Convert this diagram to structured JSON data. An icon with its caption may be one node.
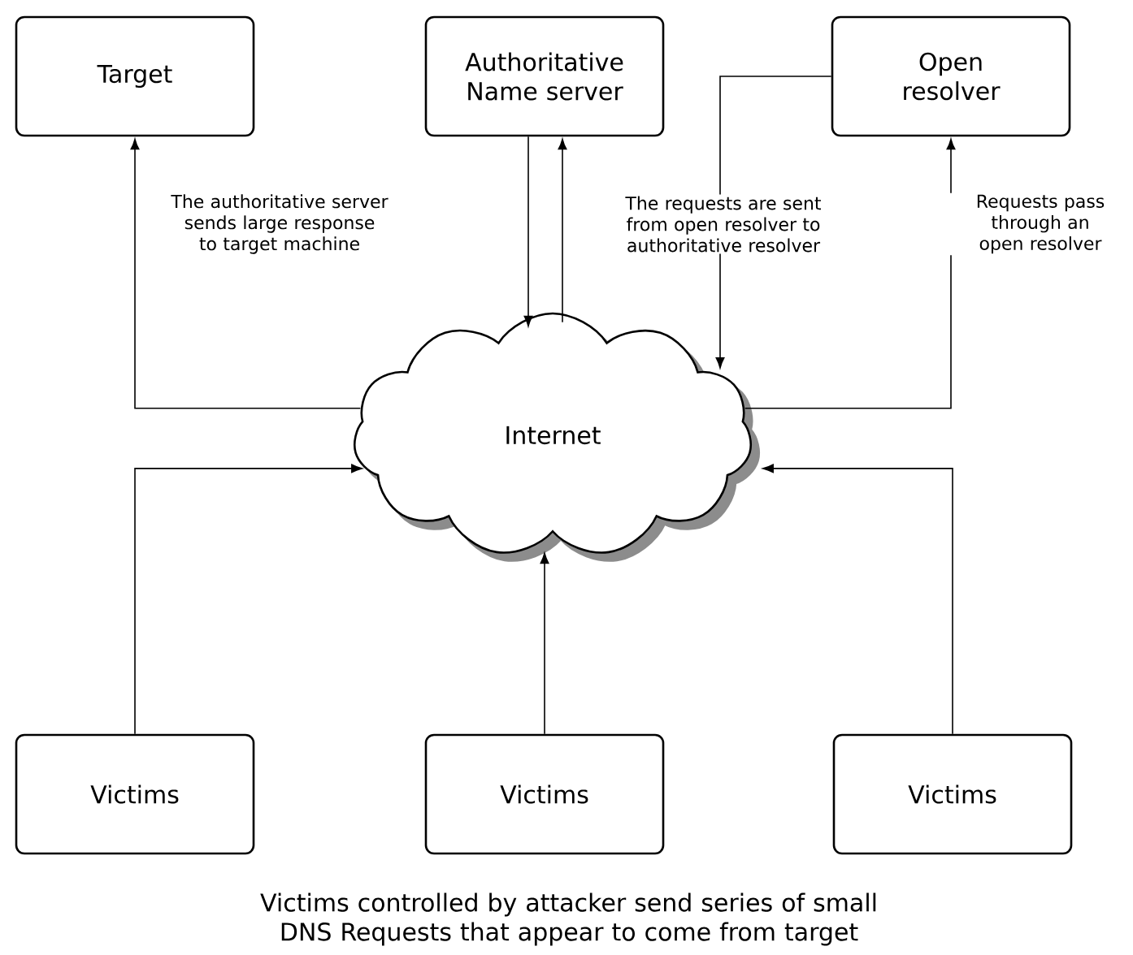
{
  "diagram": {
    "caption": "Victims controlled by attacker send series of small DNS Requests that appear to come from target",
    "nodes": [
      {
        "text": [
          "Target"
        ]
      },
      {
        "text": [
          "Authoritative Name server"
        ]
      },
      {
        "text": [
          "Open resolver"
        ]
      },
      {
        "text": [
          "Internet"
        ]
      },
      {
        "text": [
          "Victims"
        ]
      },
      {
        "text": [
          "Victims"
        ]
      },
      {
        "text": [
          "Victims"
        ]
      }
    ],
    "edges": [
      {
        "from": 3,
        "to": 0,
        "arrow": "to",
        "label": "The authoritative server sends large response to target machine"
      },
      {
        "from": 1,
        "to": 3,
        "arrow": "to"
      },
      {
        "from": 3,
        "to": 1,
        "arrow": "to"
      },
      {
        "from": 2,
        "to": 3,
        "arrow": "to",
        "label": "The requests are sent from open resolver to authoritative resolver"
      },
      {
        "from": 3,
        "to": 2,
        "arrow": "to",
        "label": "Requests pass through an open resolver"
      },
      {
        "from": 4,
        "to": 3,
        "arrow": "to"
      },
      {
        "from": 5,
        "to": 3,
        "arrow": "to"
      },
      {
        "from": 6,
        "to": 3,
        "arrow": "to"
      }
    ]
  }
}
